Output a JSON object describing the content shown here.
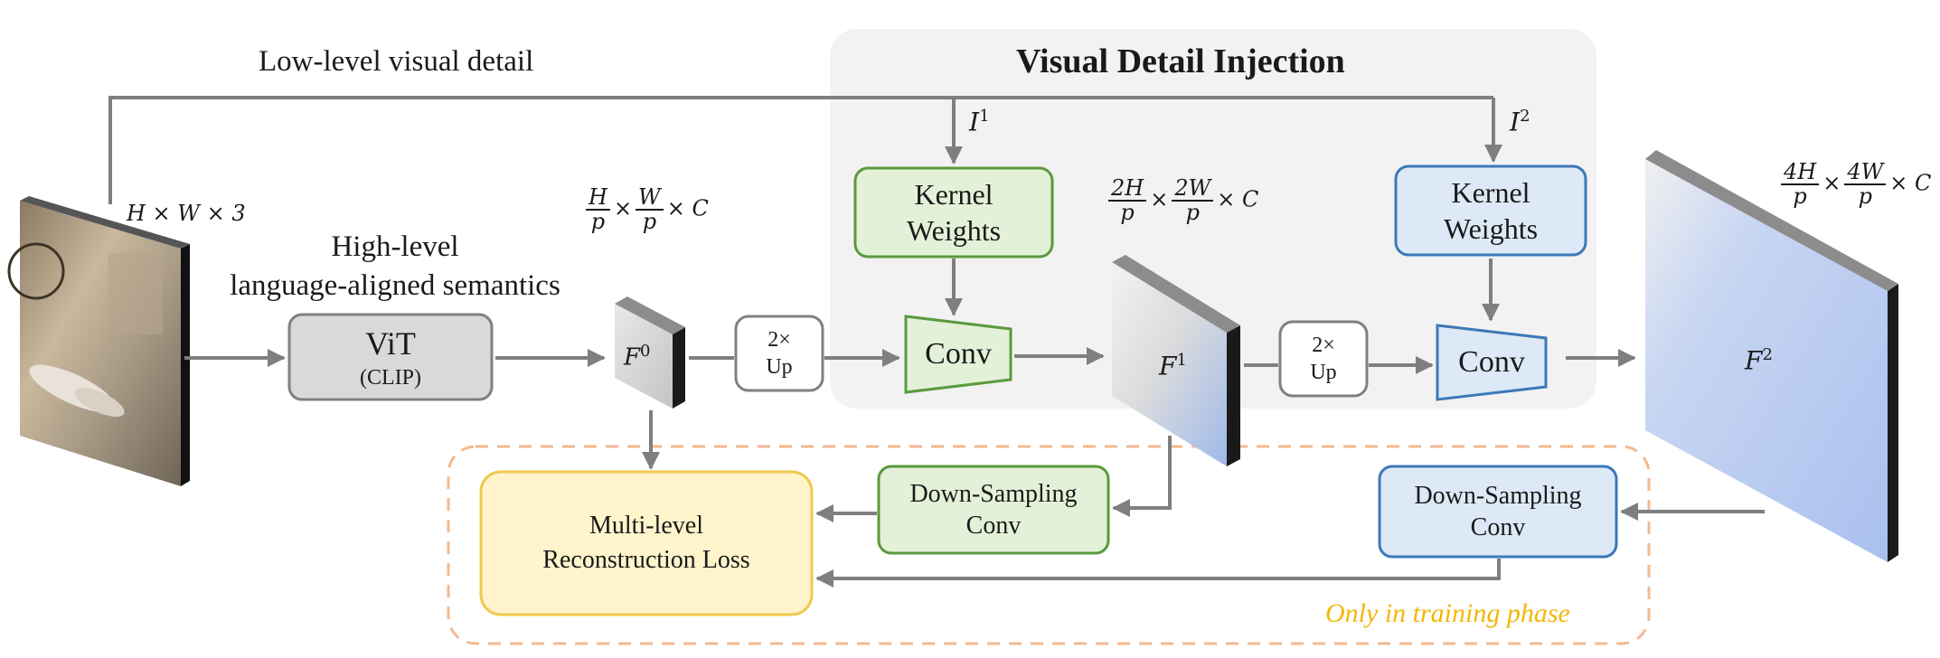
{
  "top_label": "Low-level visual detail",
  "panel_title": "Visual Detail Injection",
  "semantics_label_line1": "High-level",
  "semantics_label_line2": "language-aligned semantics",
  "input_dims": "H × W × 3",
  "vit": {
    "title": "ViT",
    "subtitle": "(CLIP)"
  },
  "f0": {
    "name": "F",
    "sup": "0",
    "dims_num_1": "H",
    "dims_den_1": "p",
    "dims_num_2": "W",
    "dims_den_2": "p",
    "dims_tail": "× C"
  },
  "f1": {
    "name": "F",
    "sup": "1",
    "dims_num_1": "2H",
    "dims_den_1": "p",
    "dims_num_2": "2W",
    "dims_den_2": "p",
    "dims_tail": "× C"
  },
  "f2": {
    "name": "F",
    "sup": "2",
    "dims_num_1": "4H",
    "dims_den_1": "p",
    "dims_num_2": "4W",
    "dims_den_2": "p",
    "dims_tail": "× C"
  },
  "up1": {
    "line1": "2×",
    "line2": "Up"
  },
  "up2": {
    "line1": "2×",
    "line2": "Up"
  },
  "kernel1": {
    "line1": "Kernel",
    "line2": "Weights"
  },
  "kernel2": {
    "line1": "Kernel",
    "line2": "Weights"
  },
  "i1": {
    "name": "I",
    "sup": "1"
  },
  "i2": {
    "name": "I",
    "sup": "2"
  },
  "conv1": "Conv",
  "conv2": "Conv",
  "down1": {
    "line1": "Down-Sampling",
    "line2": "Conv"
  },
  "down2": {
    "line1": "Down-Sampling",
    "line2": "Conv"
  },
  "loss": {
    "line1": "Multi-level",
    "line2": "Reconstruction Loss"
  },
  "training_note": "Only in training phase",
  "colors": {
    "green_fill": "#e3f1d8",
    "green_stroke": "#5a9a3e",
    "blue_fill": "#dde9f6",
    "blue_stroke": "#3b78b8",
    "yellow_fill": "#fff4cc",
    "yellow_stroke": "#f0c94a",
    "panel_fill": "#f2f2f2",
    "orange_dash": "#f3b98f",
    "arrow": "#7f7f7f",
    "training_text": "#f2b705"
  }
}
